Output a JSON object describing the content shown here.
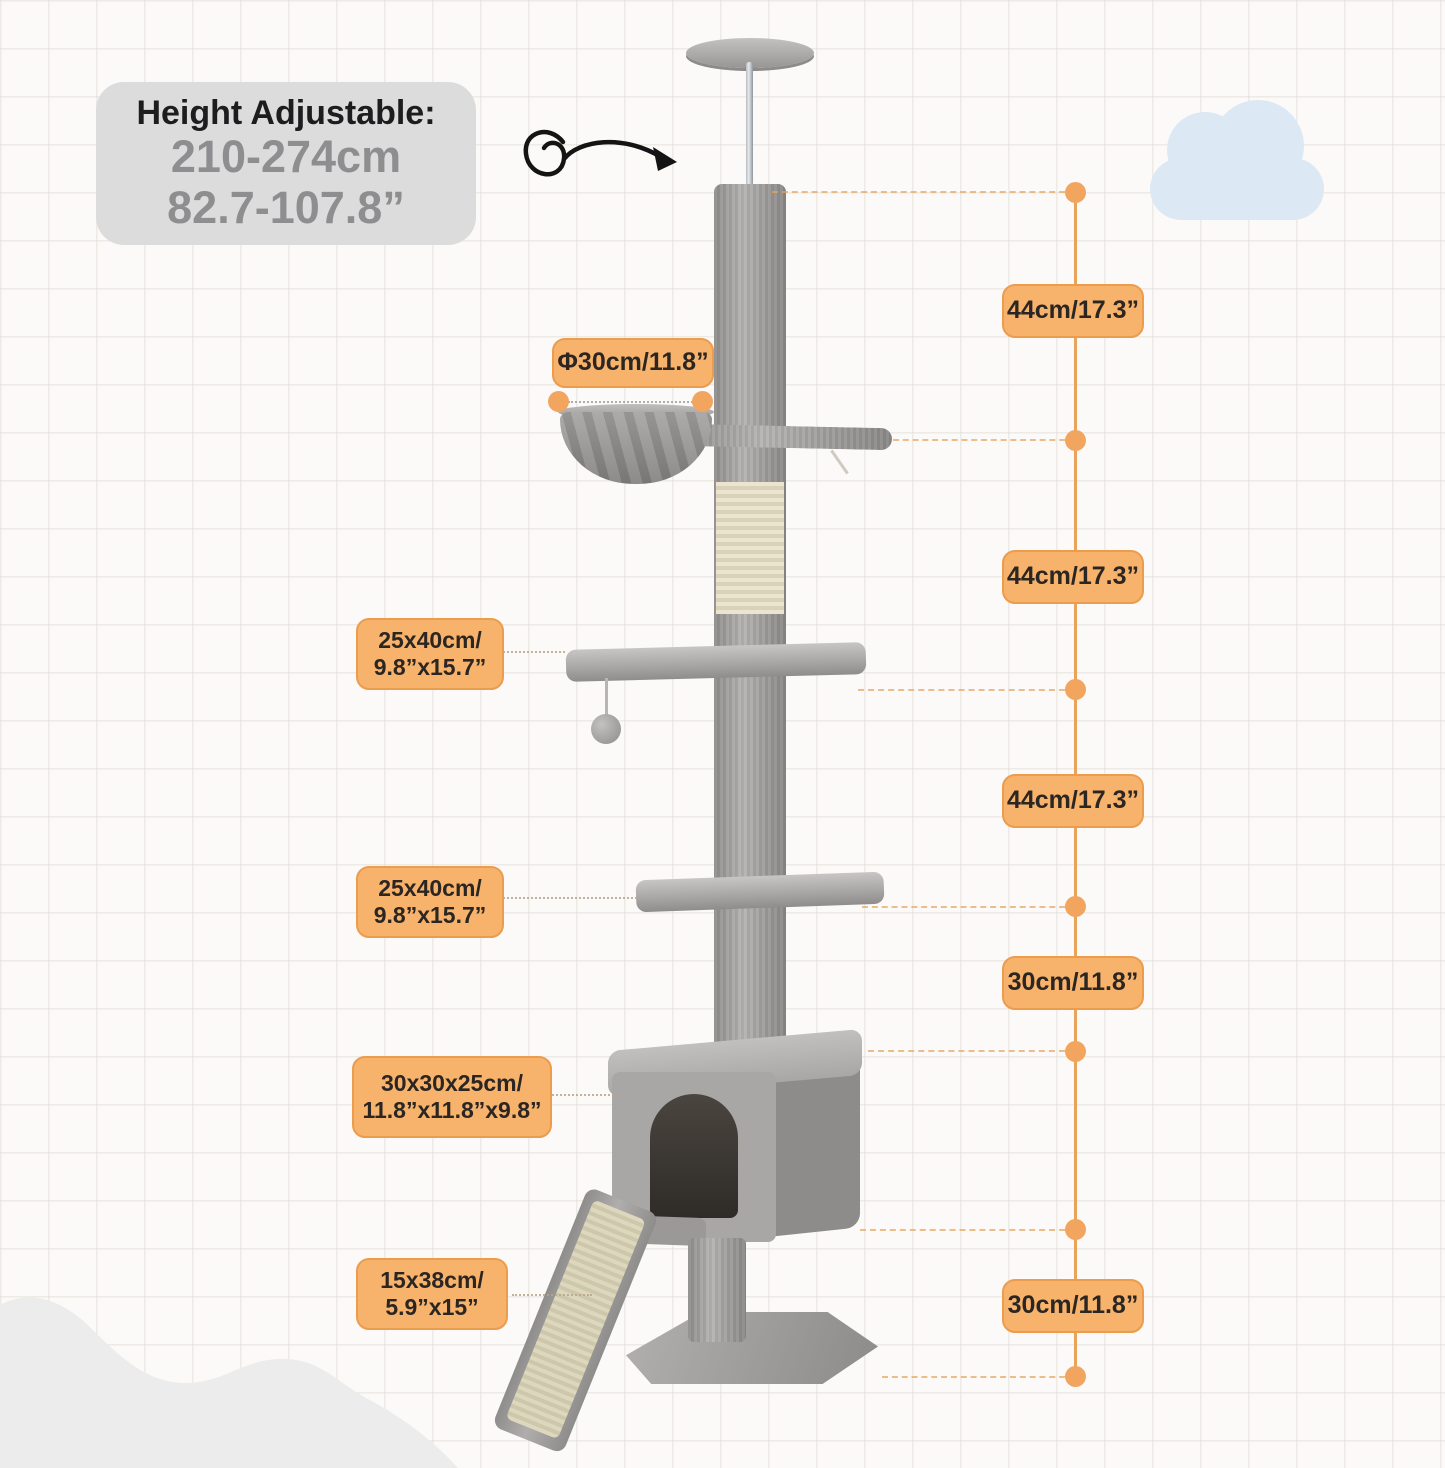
{
  "header": {
    "title": "Height Adjustable:",
    "range_cm": "210-274cm",
    "range_inch": "82.7-107.8”"
  },
  "measurements": {
    "hammock_diameter": "Φ30cm/11.8”",
    "left_labels": [
      {
        "cm": "25x40cm/",
        "inch": "9.8”x15.7”"
      },
      {
        "cm": "25x40cm/",
        "inch": "9.8”x15.7”"
      },
      {
        "cm": "30x30x25cm/",
        "inch": "11.8”x11.8”x9.8”"
      },
      {
        "cm": "15x38cm/",
        "inch": "5.9”x15”"
      }
    ],
    "right_labels": [
      "44cm/17.3”",
      "44cm/17.3”",
      "44cm/17.3”",
      "30cm/11.8”",
      "30cm/11.8”"
    ]
  },
  "icons": {
    "curved_arrow": "curved-arrow-icon",
    "cloud_top_right": "cloud-icon",
    "cloud_bottom_left": "cloud-icon"
  },
  "colors": {
    "tag_fill": "#F7B26C",
    "tag_border": "#EC9C4D",
    "tag_text": "#2B2622",
    "guide_line": "#E9A45B",
    "guide_dot": "#F2A55E",
    "header_fill": "#DCDCDC",
    "header_text_primary": "#1D1D1F",
    "header_text_secondary": "#8E8E90",
    "cloud_blue": "#DCE9F5",
    "cloud_gray": "#ECECEC",
    "tree_plush_gray": "#A5A3A1",
    "sisal_beige": "#E6DFC9",
    "background": "#FBFAF8"
  }
}
